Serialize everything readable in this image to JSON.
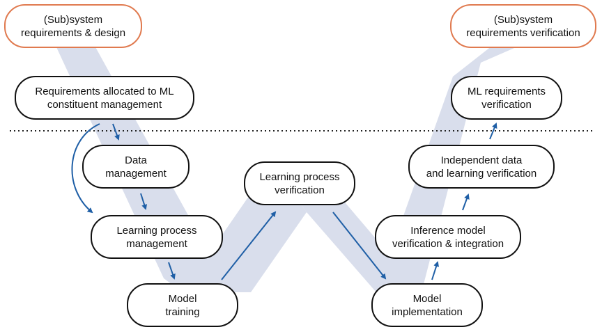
{
  "nodes": {
    "sys_design": "(Sub)system\nrequirements & design",
    "sys_verif": "(Sub)system\nrequirements verification",
    "req_alloc": "Requirements allocated to ML\nconstituent management",
    "ml_req_verif": "ML requirements\nverification",
    "data_mgmt": "Data\nmanagement",
    "indep_verif": "Independent data\nand learning verification",
    "learn_proc_verif": "Learning process\nverification",
    "learn_proc_mgmt": "Learning process\nmanagement",
    "inference_verif": "Inference model\nverification & integration",
    "model_training": "Model\ntraining",
    "model_impl": "Model\nimplementation"
  },
  "colors": {
    "band": "#d9deec",
    "arrow": "#1f5fa6",
    "box_border": "#111111",
    "top_border": "#e07a4f",
    "divider": "#222222"
  }
}
